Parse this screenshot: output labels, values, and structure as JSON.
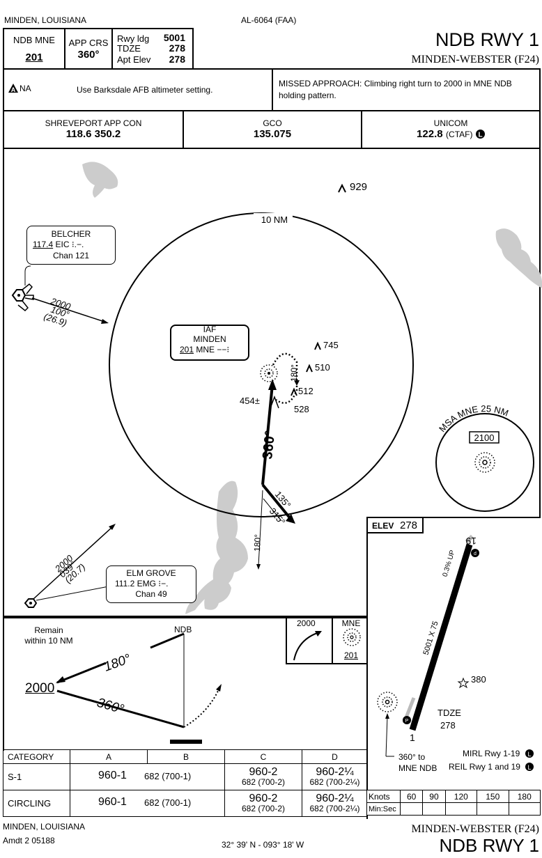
{
  "header": {
    "location": "MINDEN, LOUISIANA",
    "chart_id": "AL-6064 (FAA)",
    "title": "NDB RWY 1",
    "airport": "MINDEN-WEBSTER (F24)"
  },
  "briefing": {
    "ndb_label": "NDB MNE",
    "ndb_freq": "201",
    "app_crs_label": "APP CRS",
    "app_crs": "360°",
    "rwy_ldg_label": "Rwy ldg",
    "rwy_ldg": "5001",
    "tdze_label": "TDZE",
    "tdze": "278",
    "apt_elev_label": "Apt Elev",
    "apt_elev": "278",
    "alt_note_symbol": "A",
    "alt_note_na": "NA",
    "altimeter_note": "Use Barksdale AFB altimeter setting.",
    "missed_approach": "MISSED APPROACH: Climbing right turn to 2000 in MNE NDB holding pattern."
  },
  "comms": [
    {
      "name": "SHREVEPORT APP CON",
      "freq": "118.6  350.2"
    },
    {
      "name": "GCO",
      "freq": "135.075"
    },
    {
      "name": "UNICOM",
      "freq": "122.8",
      "suffix": "(CTAF)",
      "icon": "L"
    }
  ],
  "planview": {
    "ring_label": "10 NM",
    "obstacle_929": "929",
    "obstacle_745": "745",
    "obstacle_510": "510",
    "obstacle_512": "512",
    "obstacle_528": "528",
    "spot_454": "454±",
    "course_360": "360°",
    "hold_180": "180°",
    "course_135": "135°",
    "course_315": "315°",
    "course_180_out": "180°",
    "belcher": {
      "name": "BELCHER",
      "freq": "117.4",
      "ident": "EIC",
      "chan": "Chan 121"
    },
    "belcher_route": {
      "alt": "2000",
      "crs": "100°",
      "dist": "(26.9)"
    },
    "iaf": {
      "label": "IAF",
      "name": "MINDEN",
      "freq": "201",
      "ident": "MNE"
    },
    "elm_grove": {
      "name": "ELM GROVE",
      "freq": "111.2",
      "ident": "EMG",
      "chan": "Chan 49"
    },
    "elm_route": {
      "alt": "2000",
      "crs": "039°",
      "dist": "(20.7)"
    },
    "msa": {
      "label": "MSA MNE 25 NM",
      "alt": "2100"
    }
  },
  "airport_diagram": {
    "elev_label": "ELEV",
    "elev": "278",
    "rwy_19": "19",
    "rwy_1": "1",
    "gradient": "0.3% UP",
    "rwy_dims": "5001 X 75",
    "obstacle_380": "380",
    "tdze_label": "TDZE",
    "tdze": "278",
    "inbound_note_1": "360° to",
    "inbound_note_2": "MNE NDB",
    "lighting_1": "MIRL Rwy 1-19",
    "lighting_2": "REIL Rwy 1 and 19"
  },
  "profile": {
    "remain_1": "Remain",
    "remain_2": "within 10 NM",
    "ndb": "NDB",
    "alt": "2000",
    "out_crs": "180°",
    "in_crs": "360°",
    "missed_alt": "2000",
    "missed_fix": "MNE",
    "missed_freq": "201"
  },
  "minimums": {
    "header": [
      "CATEGORY",
      "A",
      "B",
      "C",
      "D"
    ],
    "s1": {
      "label": "S-1",
      "a": "960-1",
      "b": "682 (700-1)",
      "c_main": "960-2",
      "c_sub": "682 (700-2)",
      "d_main": "960-2¼",
      "d_sub": "682 (700-2¼)"
    },
    "circling": {
      "label": "CIRCLING",
      "a": "960-1",
      "b": "682 (700-1)",
      "c_main": "960-2",
      "c_sub": "682 (700-2)",
      "d_main": "960-2¼",
      "d_sub": "682 (700-2¼)"
    }
  },
  "timing": {
    "knots_label": "Knots",
    "minsec_label": "Min:Sec",
    "speeds": [
      "60",
      "90",
      "120",
      "150",
      "180"
    ]
  },
  "footer": {
    "location": "MINDEN, LOUISIANA",
    "amdt": "Amdt 2  05188",
    "coords": "32° 39' N - 093° 18' W",
    "airport": "MINDEN-WEBSTER (F24)",
    "title": "NDB RWY 1"
  }
}
